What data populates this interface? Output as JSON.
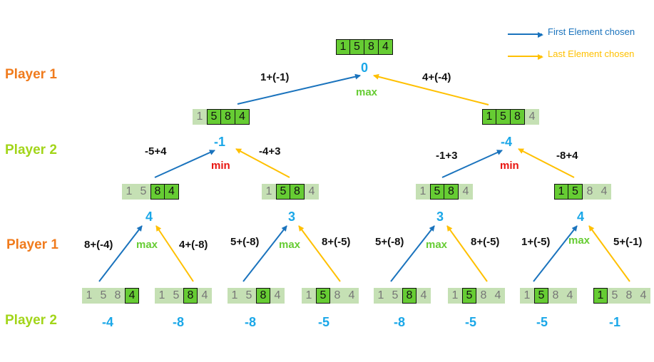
{
  "colors": {
    "first_arrow": "#1a73bd",
    "last_arrow": "#ffc000",
    "player1": "#f07b1d",
    "player2": "#a2d519",
    "score": "#1aa7e8",
    "max": "#66cc33",
    "min": "#e8140f",
    "active_cell": "#66cc33",
    "inactive_bg": "#c5e0b4"
  },
  "legend": {
    "first": "First Element chosen",
    "last": "Last Element chosen"
  },
  "players": [
    "Player 1",
    "Player 2",
    "Player 1",
    "Player 2"
  ],
  "labels": {
    "max": "max",
    "min": "min"
  },
  "nodes": [
    {
      "cells": [
        "1",
        "5",
        "8",
        "4"
      ],
      "active": [
        0,
        1,
        2,
        3
      ],
      "score": "0"
    },
    {
      "cells": [
        "1",
        "5",
        "8",
        "4"
      ],
      "active": [
        1,
        2,
        3
      ],
      "score": "-1"
    },
    {
      "cells": [
        "1",
        "5",
        "8",
        "4"
      ],
      "active": [
        0,
        1,
        2
      ],
      "score": "-4"
    },
    {
      "cells": [
        "1",
        "5",
        "8",
        "4"
      ],
      "active": [
        2,
        3
      ],
      "score": "4"
    },
    {
      "cells": [
        "1",
        "5",
        "8",
        "4"
      ],
      "active": [
        1,
        2
      ],
      "score": "3"
    },
    {
      "cells": [
        "1",
        "5",
        "8",
        "4"
      ],
      "active": [
        1,
        2
      ],
      "score": "3"
    },
    {
      "cells": [
        "1",
        "5",
        "8",
        "4"
      ],
      "active": [
        0,
        1
      ],
      "score": "4"
    },
    {
      "cells": [
        "1",
        "5",
        "8",
        "4"
      ],
      "active": [
        3
      ],
      "score": "-4"
    },
    {
      "cells": [
        "1",
        "5",
        "8",
        "4"
      ],
      "active": [
        2
      ],
      "score": "-8"
    },
    {
      "cells": [
        "1",
        "5",
        "8",
        "4"
      ],
      "active": [
        2
      ],
      "score": "-8"
    },
    {
      "cells": [
        "1",
        "5",
        "8",
        "4"
      ],
      "active": [
        1
      ],
      "score": "-5"
    },
    {
      "cells": [
        "1",
        "5",
        "8",
        "4"
      ],
      "active": [
        2
      ],
      "score": "-8"
    },
    {
      "cells": [
        "1",
        "5",
        "8",
        "4"
      ],
      "active": [
        1
      ],
      "score": "-5"
    },
    {
      "cells": [
        "1",
        "5",
        "8",
        "4"
      ],
      "active": [
        1
      ],
      "score": "-5"
    },
    {
      "cells": [
        "1",
        "5",
        "8",
        "4"
      ],
      "active": [
        0
      ],
      "score": "-1"
    }
  ],
  "edges": [
    {
      "label": "1+(-1)",
      "kind": "first"
    },
    {
      "label": "4+(-4)",
      "kind": "last"
    },
    {
      "label": "-5+4",
      "kind": "first"
    },
    {
      "label": "-4+3",
      "kind": "last"
    },
    {
      "label": "-1+3",
      "kind": "first"
    },
    {
      "label": "-8+4",
      "kind": "last"
    },
    {
      "label": "8+(-4)",
      "kind": "first"
    },
    {
      "label": "4+(-8)",
      "kind": "last"
    },
    {
      "label": "5+(-8)",
      "kind": "first"
    },
    {
      "label": "8+(-5)",
      "kind": "last"
    },
    {
      "label": "5+(-8)",
      "kind": "first"
    },
    {
      "label": "8+(-5)",
      "kind": "last"
    },
    {
      "label": "1+(-5)",
      "kind": "first"
    },
    {
      "label": "5+(-1)",
      "kind": "last"
    }
  ]
}
